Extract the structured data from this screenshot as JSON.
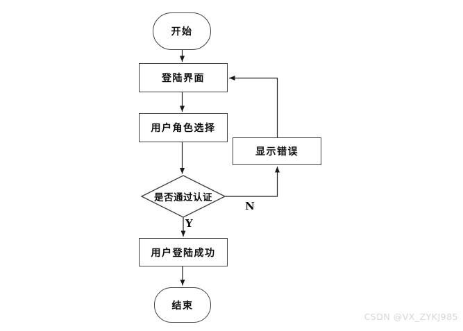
{
  "flowchart": {
    "nodes": {
      "start": {
        "label": "开始",
        "shape": "stadium"
      },
      "login": {
        "label": "登陆界面",
        "shape": "process"
      },
      "role_select": {
        "label": "用户角色选择",
        "shape": "process"
      },
      "decision": {
        "label": "是否通过认证",
        "shape": "diamond"
      },
      "error": {
        "label": "显示错误",
        "shape": "process"
      },
      "success": {
        "label": "用户登陆成功",
        "shape": "process"
      },
      "end": {
        "label": "结束",
        "shape": "stadium"
      }
    },
    "edges": [
      {
        "from": "start",
        "to": "login"
      },
      {
        "from": "login",
        "to": "role_select"
      },
      {
        "from": "role_select",
        "to": "decision"
      },
      {
        "from": "decision",
        "to": "error",
        "label": "N"
      },
      {
        "from": "decision",
        "to": "success",
        "label": "Y"
      },
      {
        "from": "error",
        "to": "login"
      },
      {
        "from": "success",
        "to": "end"
      }
    ],
    "edge_labels": {
      "no": "N",
      "yes": "Y"
    }
  },
  "watermark": {
    "text": "CSDN @VX_ZYKJ985"
  },
  "colors": {
    "background": "#ffffff",
    "line": "#1a1a1a",
    "node_border": "#3f3f3f",
    "node_fill": "#ffffff",
    "watermark": "#d6d6d6"
  }
}
